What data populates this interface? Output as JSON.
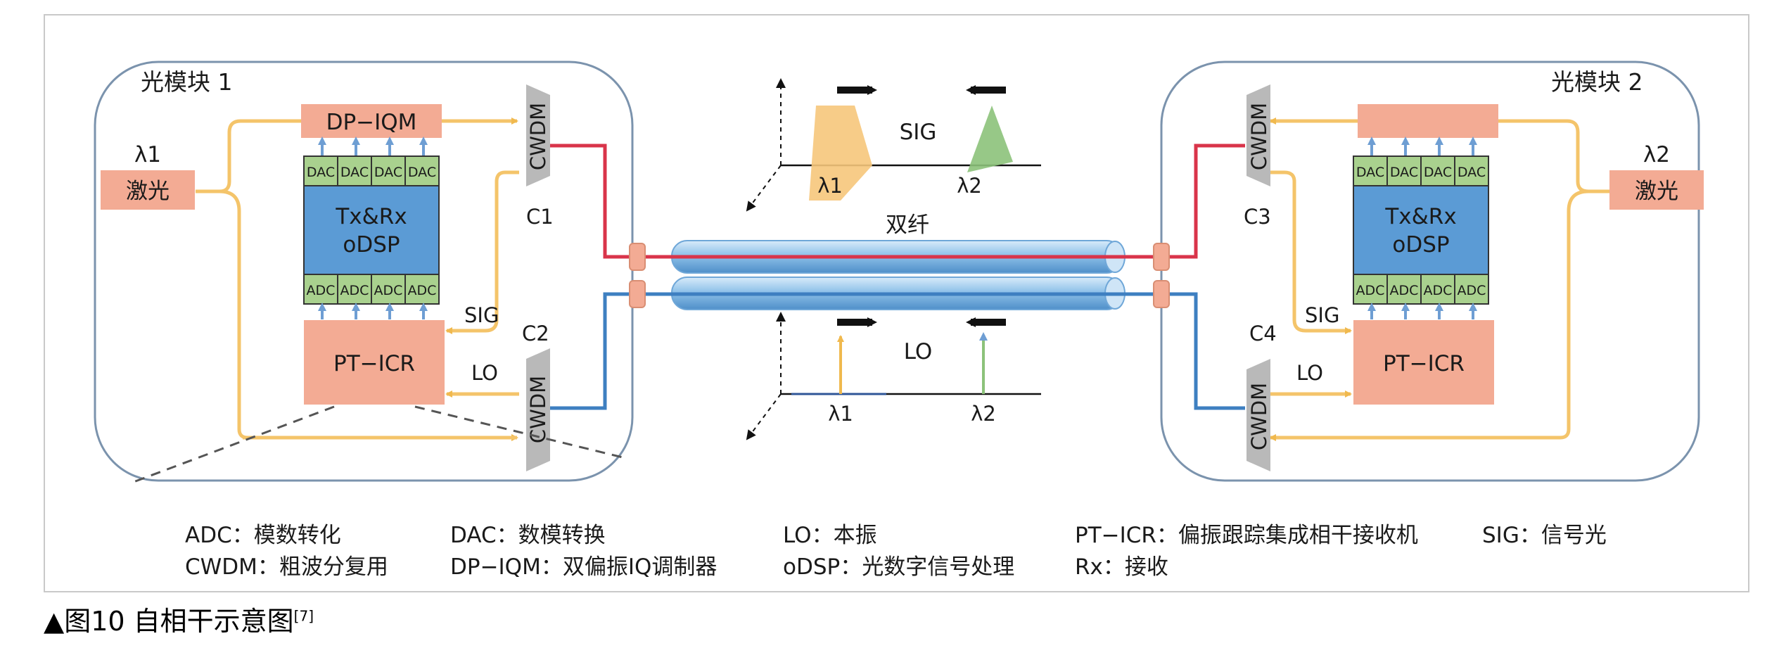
{
  "module1": {
    "title": "光模块 1",
    "laser_wavelength": "λ1",
    "laser_label": "激光",
    "modulator_label": "DP−IQM",
    "dac_label": "DAC",
    "adc_label": "ADC",
    "dsp_line1": "Tx&Rx",
    "dsp_line2": "oDSP",
    "receiver_label": "PT−ICR",
    "cwdm_label": "CWDM",
    "c1": "C1",
    "c2": "C2",
    "sig": "SIG",
    "lo": "LO"
  },
  "module2": {
    "title": "光模块 2",
    "laser_wavelength": "λ2",
    "laser_label": "激光",
    "dac_label": "DAC",
    "adc_label": "ADC",
    "dsp_line1": "Tx&Rx",
    "dsp_line2": "oDSP",
    "receiver_label": "PT−ICR",
    "cwdm_label": "CWDM",
    "c3": "C3",
    "c4": "C4",
    "sig": "SIG",
    "lo": "LO"
  },
  "center": {
    "fiber_label": "双纤",
    "sig_label": "SIG",
    "lo_label": "LO",
    "lambda1": "λ1",
    "lambda2": "λ2"
  },
  "legend": {
    "adc": "ADC：模数转化",
    "cwdm": "CWDM：粗波分复用",
    "dac": "DAC：数模转换",
    "dpiqm": "DP−IQM：双偏振IQ调制器",
    "lo": "LO：本振",
    "odsp": "oDSP：光数字信号处理",
    "pticr": "PT−ICR：偏振跟踪集成相干接收机",
    "rx": "Rx：接收",
    "sig": "SIG：信号光"
  },
  "caption": {
    "marker": "▲",
    "text": "图10  自相干示意图",
    "ref": "[7]"
  },
  "colors": {
    "pink": "#f3ab94",
    "dsp_blue": "#5b9bd5",
    "converter_green": "#a9d18e",
    "yellow_path": "#f4c46a",
    "red_fiber": "#d9344a",
    "blue_fiber": "#3e7fc1",
    "cwdm_gray": "#b9b9b9",
    "module_border": "#7b93ad"
  }
}
